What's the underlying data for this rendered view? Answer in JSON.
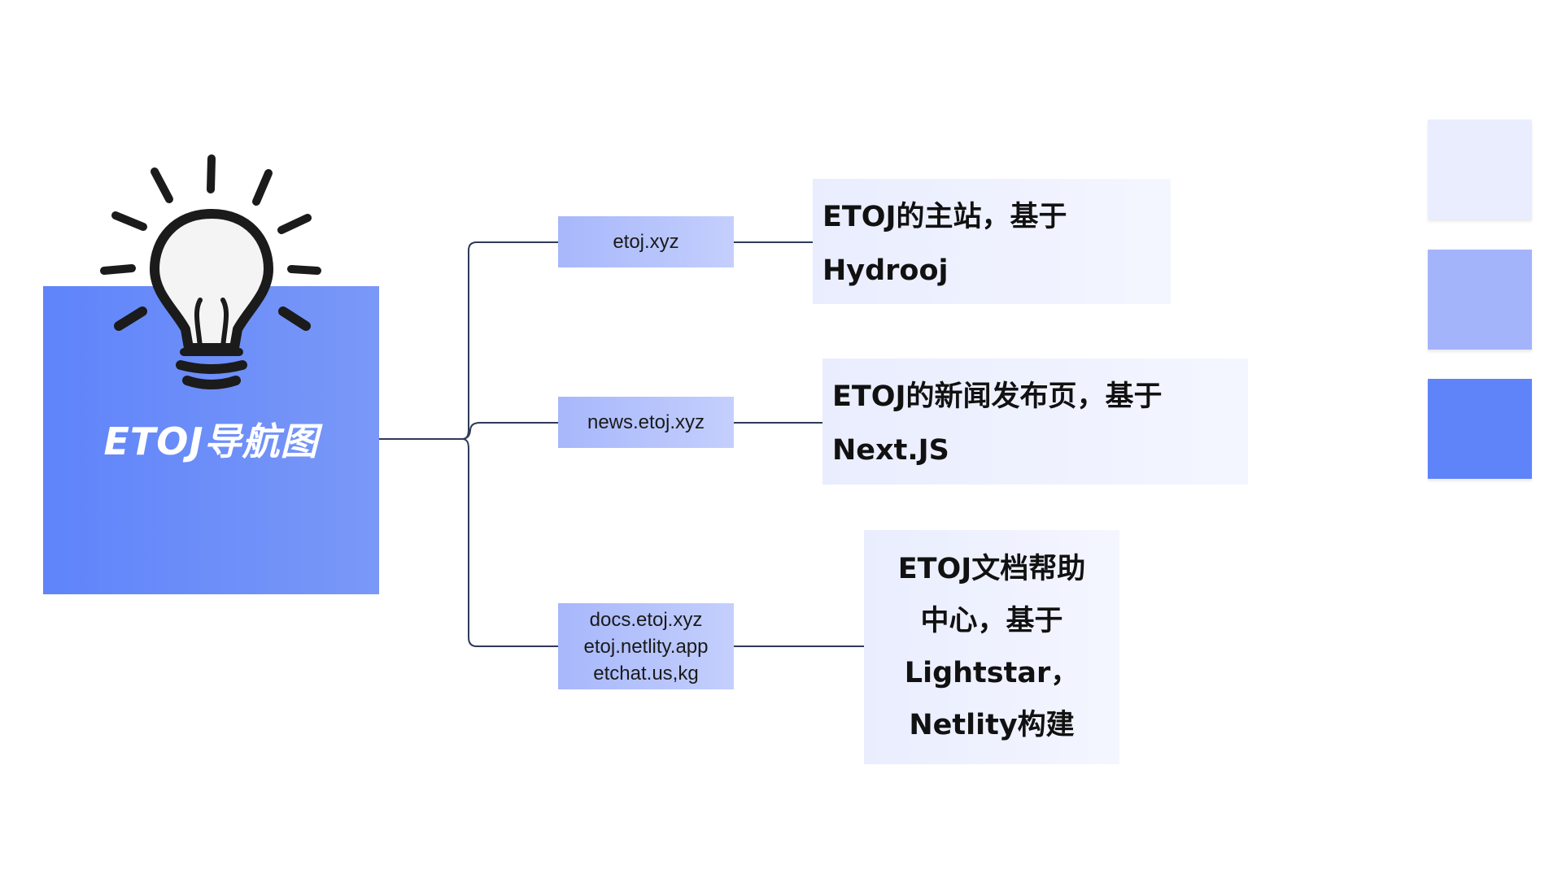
{
  "center": {
    "title": "ETOJ导航图",
    "icon": "lightbulb-icon"
  },
  "branches": [
    {
      "domains": [
        "etoj.xyz"
      ],
      "description_lines": [
        "ETOJ的主站，基于",
        "Hydrooj"
      ]
    },
    {
      "domains": [
        "news.etoj.xyz"
      ],
      "description_lines": [
        "ETOJ的新闻发布页，基于",
        "Next.JS"
      ]
    },
    {
      "domains": [
        "docs.etoj.xyz",
        "etoj.netlity.app",
        "etchat.us,kg"
      ],
      "description_lines": [
        "ETOJ文档帮助",
        "中心，基于",
        "Lightstar，",
        "Netlity构建"
      ]
    }
  ],
  "legend_colors": [
    "#e9edfe",
    "#a3b4fb",
    "#5f84fa"
  ],
  "colors": {
    "center_fill": "#5f84fa",
    "domain_fill": "#b3c1fc",
    "description_fill": "#eef1fe",
    "connector": "#2e3a59"
  }
}
